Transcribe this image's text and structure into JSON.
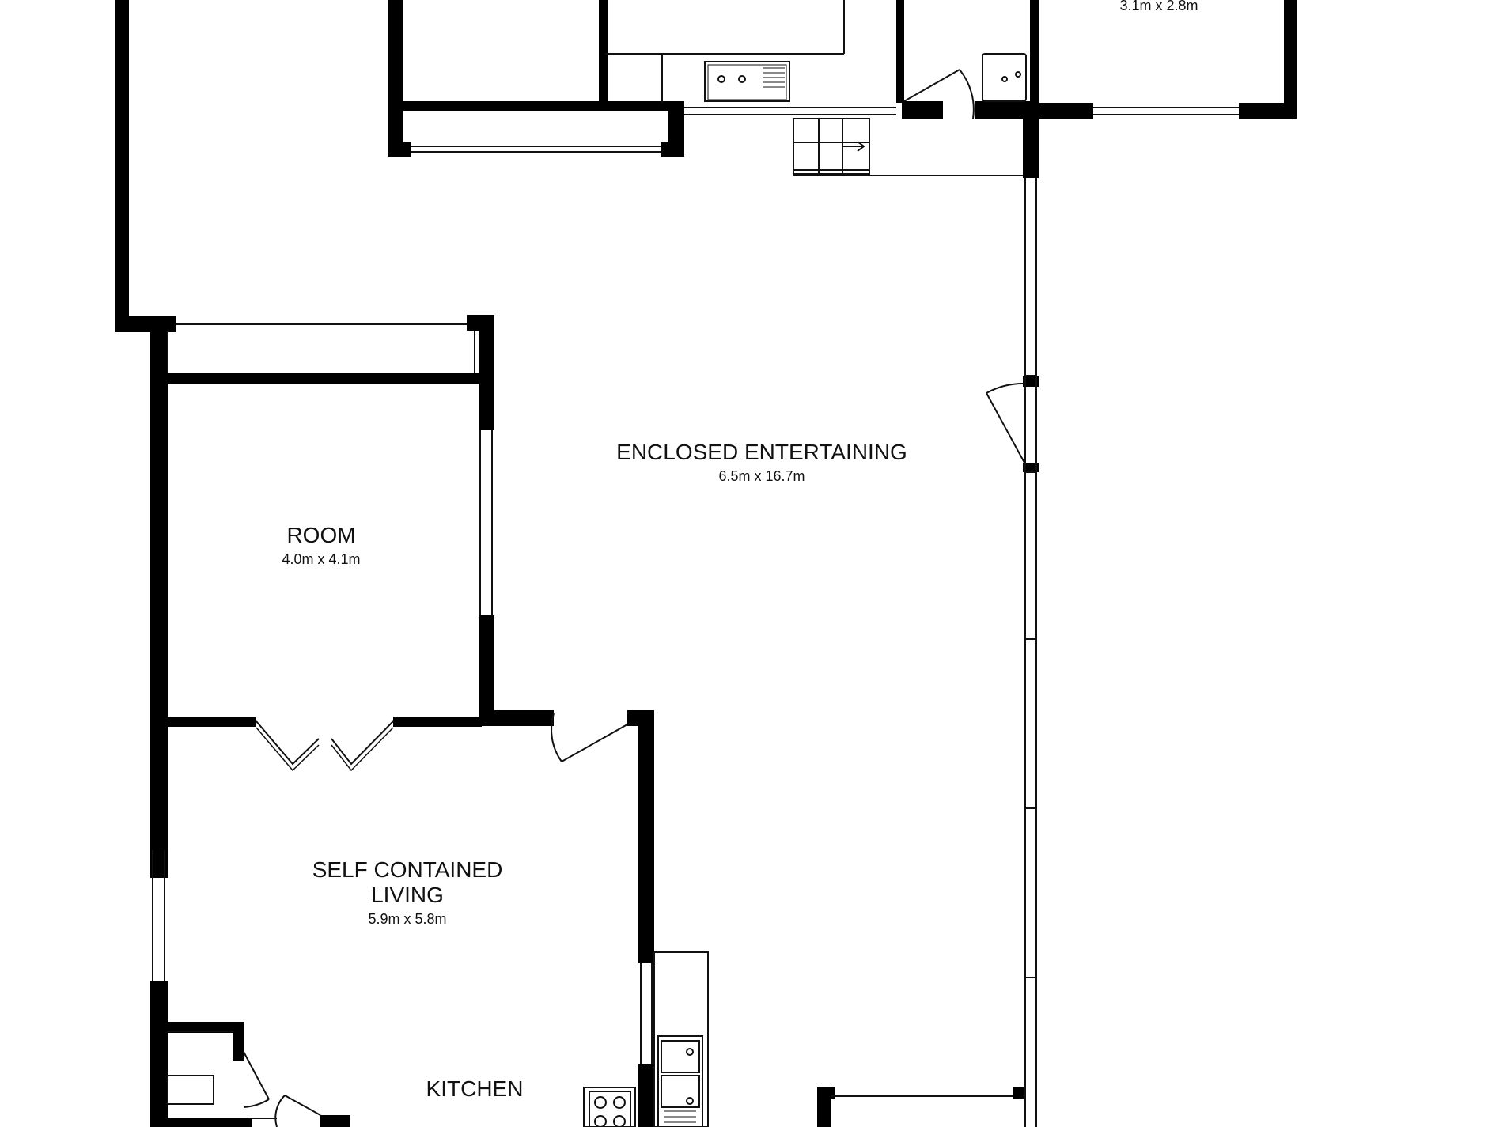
{
  "floorplan": {
    "rooms": [
      {
        "id": "top-right-room",
        "name": "",
        "dimensions": "3.1m x 2.8m"
      },
      {
        "id": "enclosed-entertaining",
        "name": "ENCLOSED ENTERTAINING",
        "dimensions": "6.5m x 16.7m"
      },
      {
        "id": "room",
        "name": "ROOM",
        "dimensions": "4.0m x 4.1m"
      },
      {
        "id": "self-contained-living",
        "name_line1": "SELF CONTAINED",
        "name_line2": "LIVING",
        "dimensions": "5.9m x 5.8m"
      },
      {
        "id": "kitchen",
        "name": "KITCHEN",
        "dimensions": ""
      }
    ],
    "colors": {
      "wall": "#000000",
      "line": "#111111",
      "background": "#ffffff"
    }
  }
}
